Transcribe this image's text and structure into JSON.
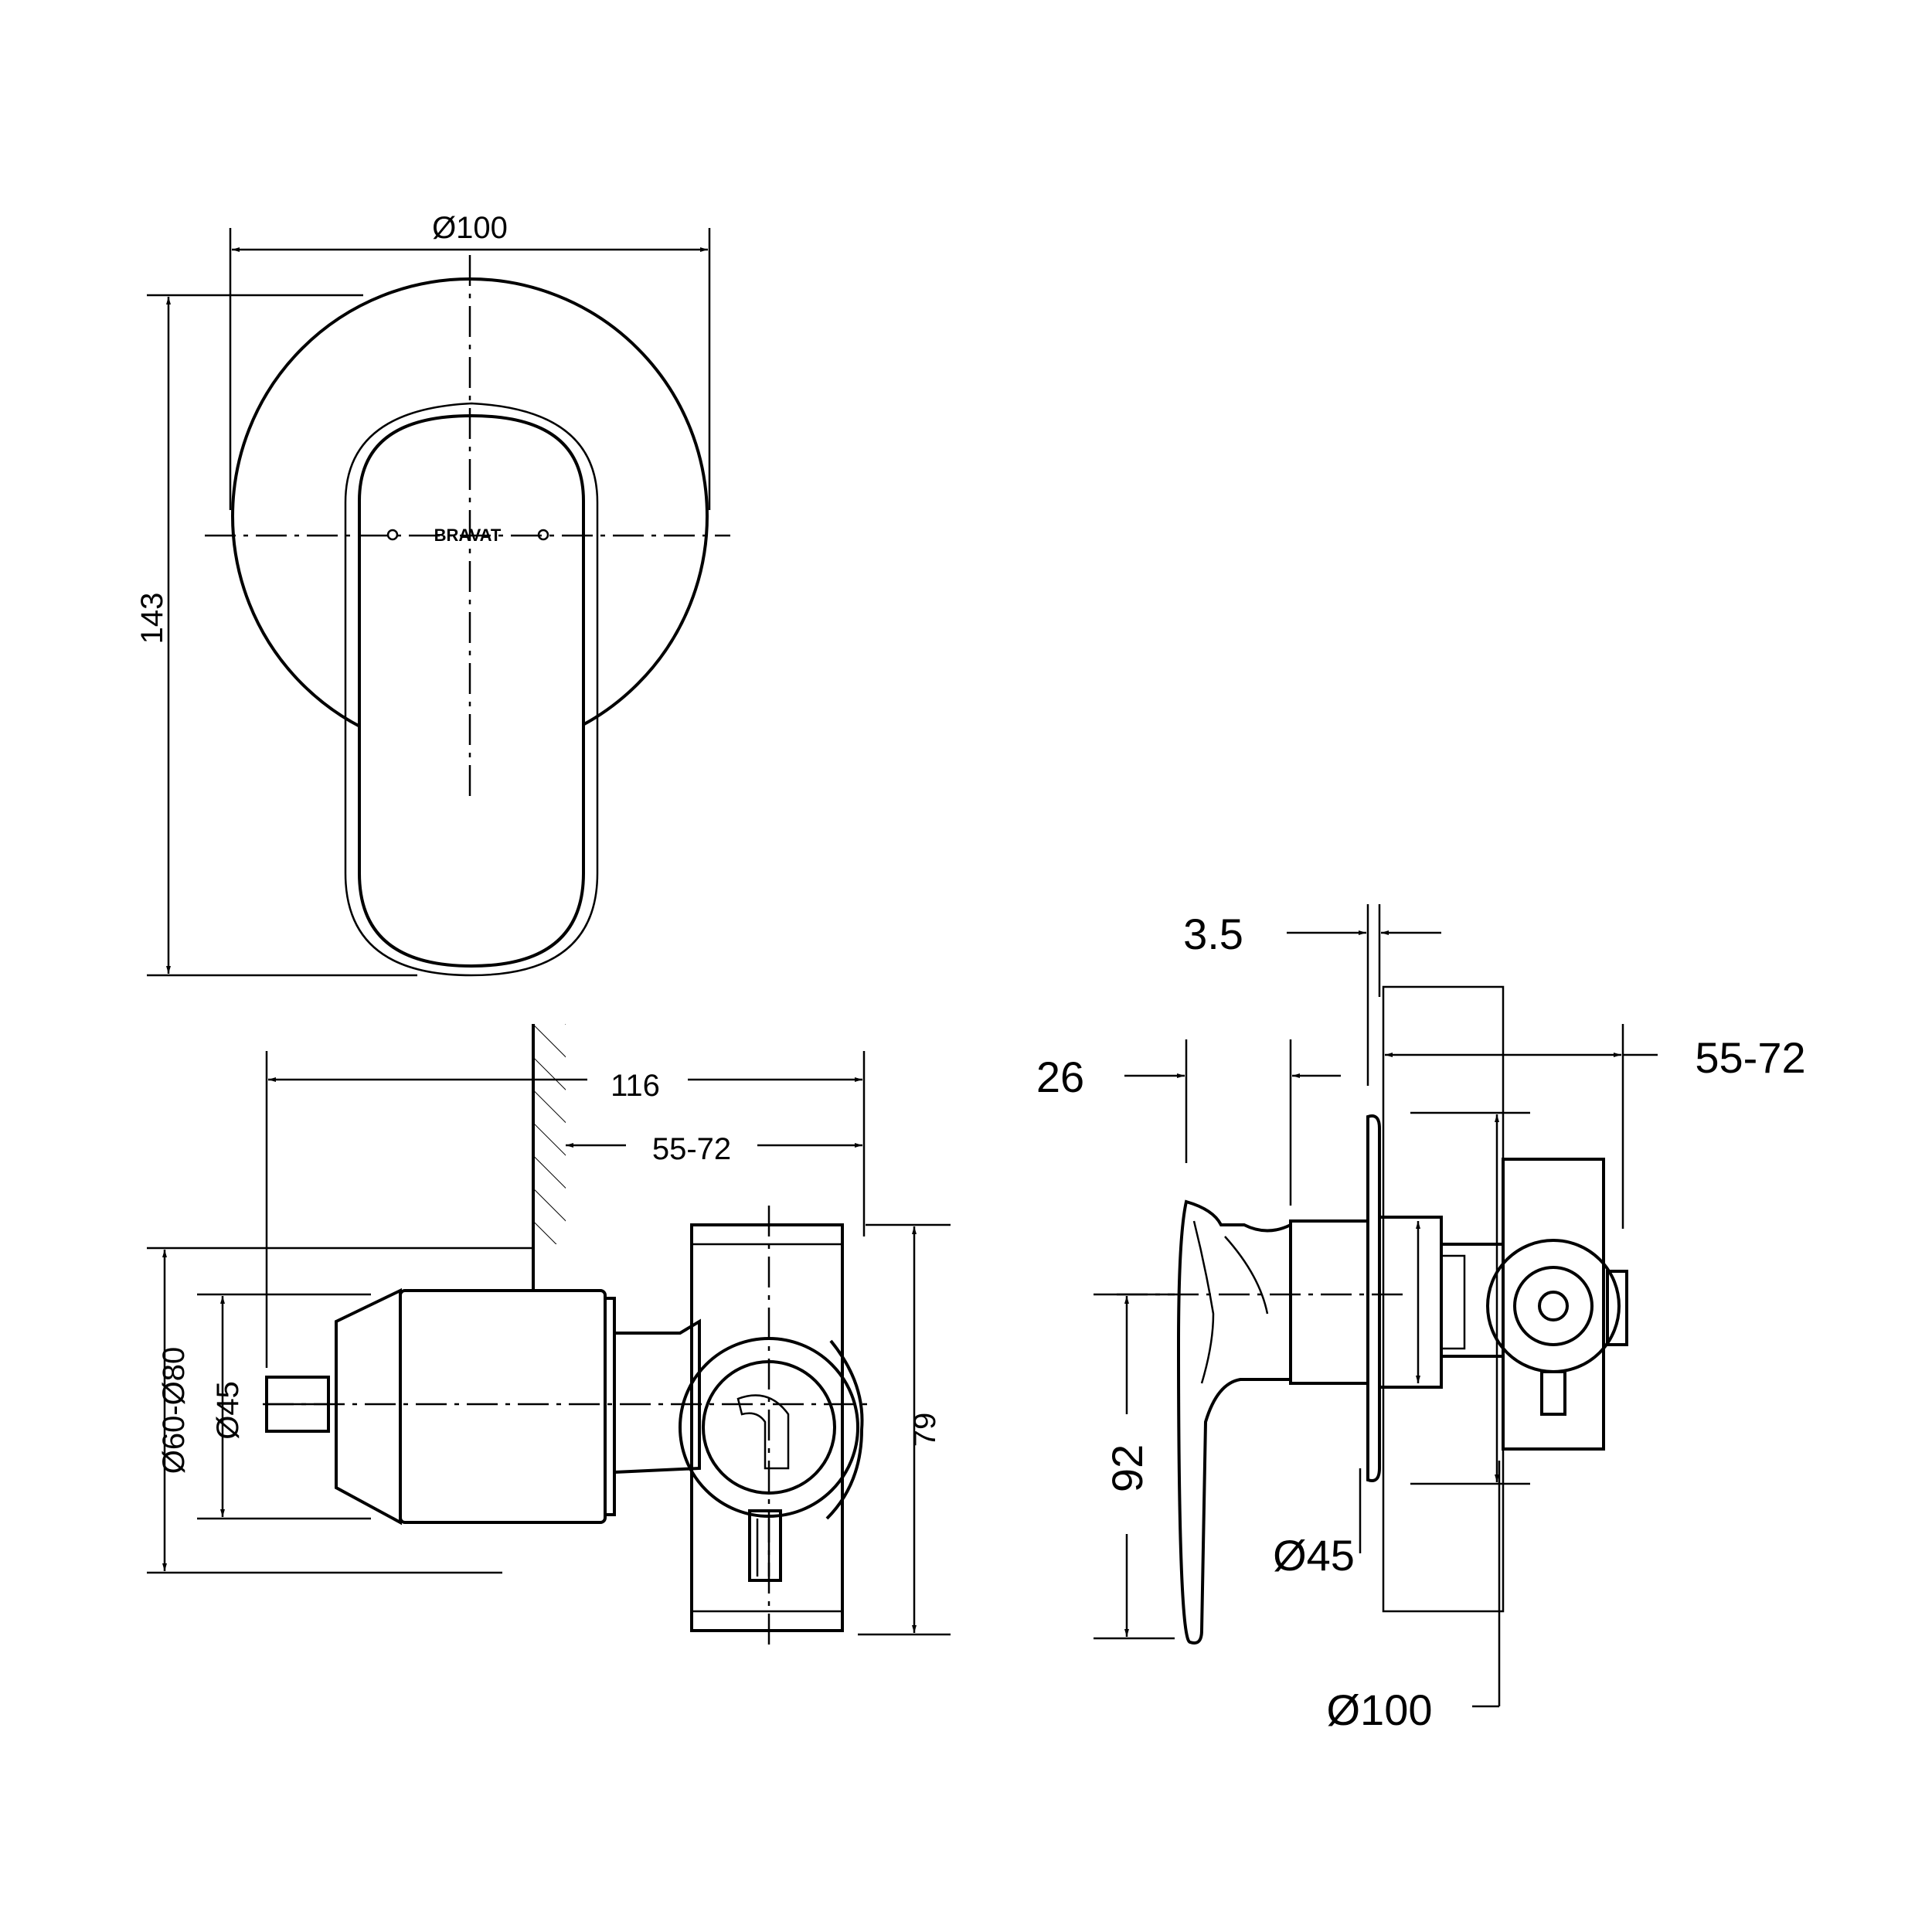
{
  "top_view": {
    "dim_diameter": "Ø100",
    "dim_height": "143",
    "logo": "BRAVAT"
  },
  "side_view_left": {
    "dim_length": "116",
    "dim_wall": "55-72",
    "dim_pipe_range": "Ø60-Ø80",
    "dim_body": "Ø45",
    "dim_height": "79"
  },
  "side_view_right": {
    "dim_plate": "3.5",
    "dim_handle": "26",
    "dim_wall": "55-72",
    "dim_handle_height": "92",
    "dim_body": "Ø45",
    "dim_plate_diameter": "Ø100"
  }
}
